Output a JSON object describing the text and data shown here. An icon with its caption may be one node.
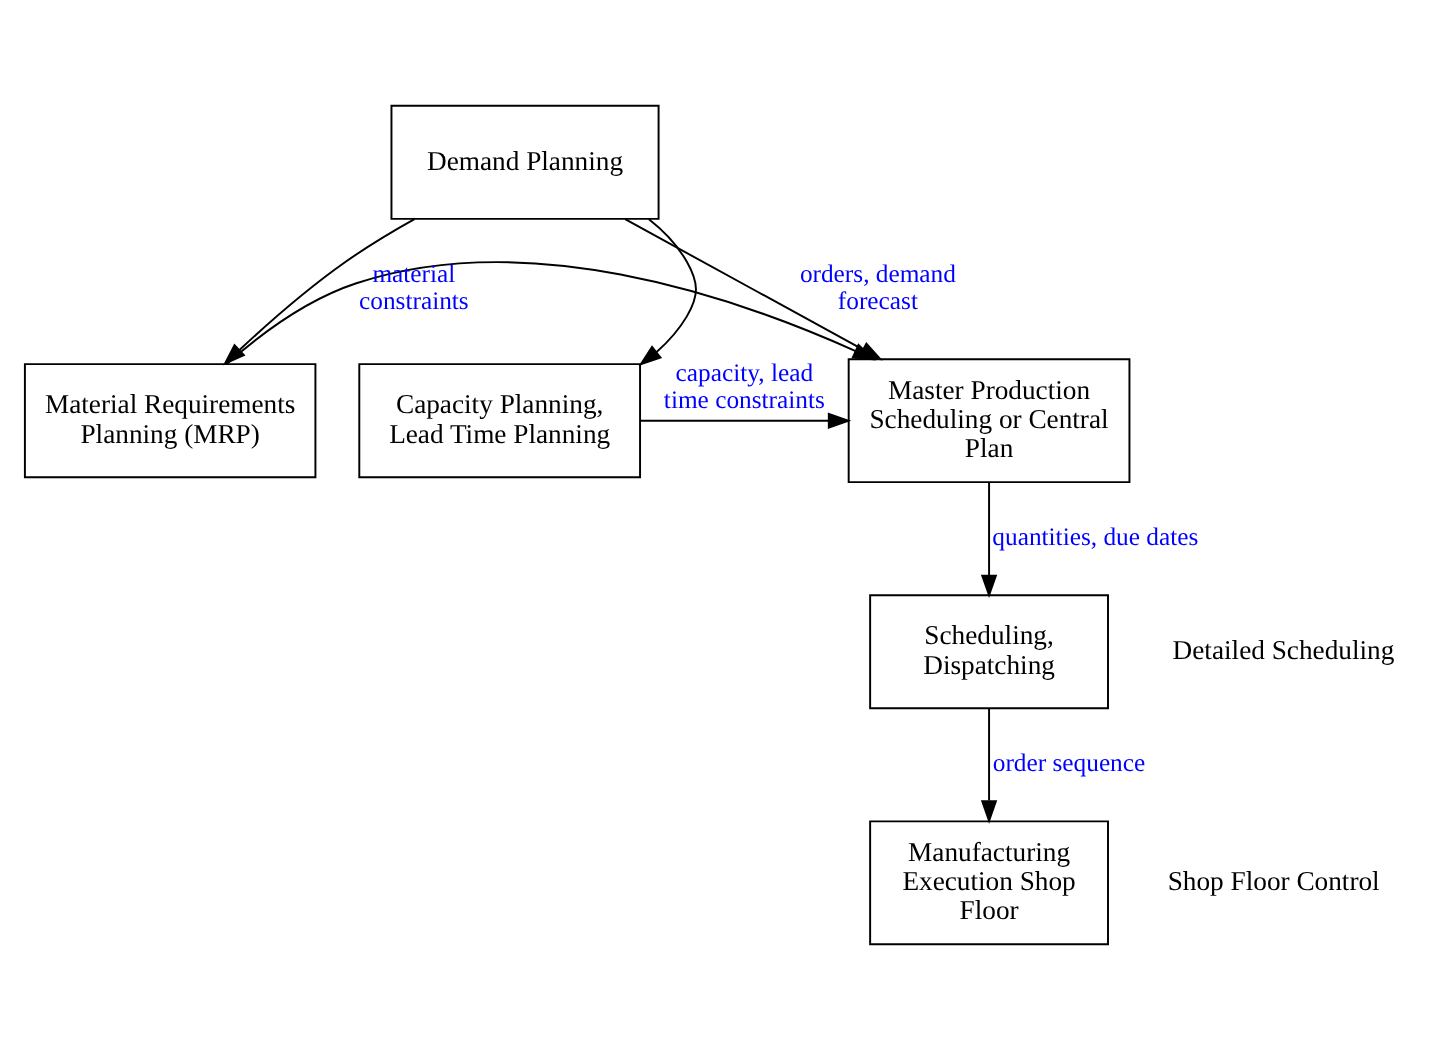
{
  "diagram": {
    "nodes": [
      {
        "text": [
          "Demand Planning"
        ]
      },
      {
        "text": [
          "Material Requirements Planning (MRP)"
        ]
      },
      {
        "text": [
          "Master Production Scheduling or Central Plan"
        ]
      },
      {
        "text": [
          "Capacity Planning, Lead Time Planning"
        ]
      },
      {
        "text": [
          "Scheduling, Dispatching"
        ],
        "beside": [
          "Detailed Scheduling"
        ]
      },
      {
        "text": [
          "Manufacturing Execution Shop Floor"
        ],
        "beside": [
          "Shop Floor Control"
        ]
      }
    ],
    "edges": [
      {
        "from": 0,
        "to": 1,
        "arrow": "to"
      },
      {
        "from": 0,
        "to": 2,
        "arrow": "to",
        "label": "orders, demand forecast"
      },
      {
        "from": 0,
        "to": 3,
        "arrow": "to"
      },
      {
        "from": 1,
        "to": 2,
        "arrow": "to",
        "label": "material constraints"
      },
      {
        "from": 3,
        "to": 2,
        "arrow": "to",
        "label": "capacity, lead time constraints"
      },
      {
        "from": 2,
        "to": 4,
        "arrow": "to",
        "label": "quantities, due dates"
      },
      {
        "from": 4,
        "to": 5,
        "arrow": "to",
        "label": "order sequence"
      }
    ]
  }
}
